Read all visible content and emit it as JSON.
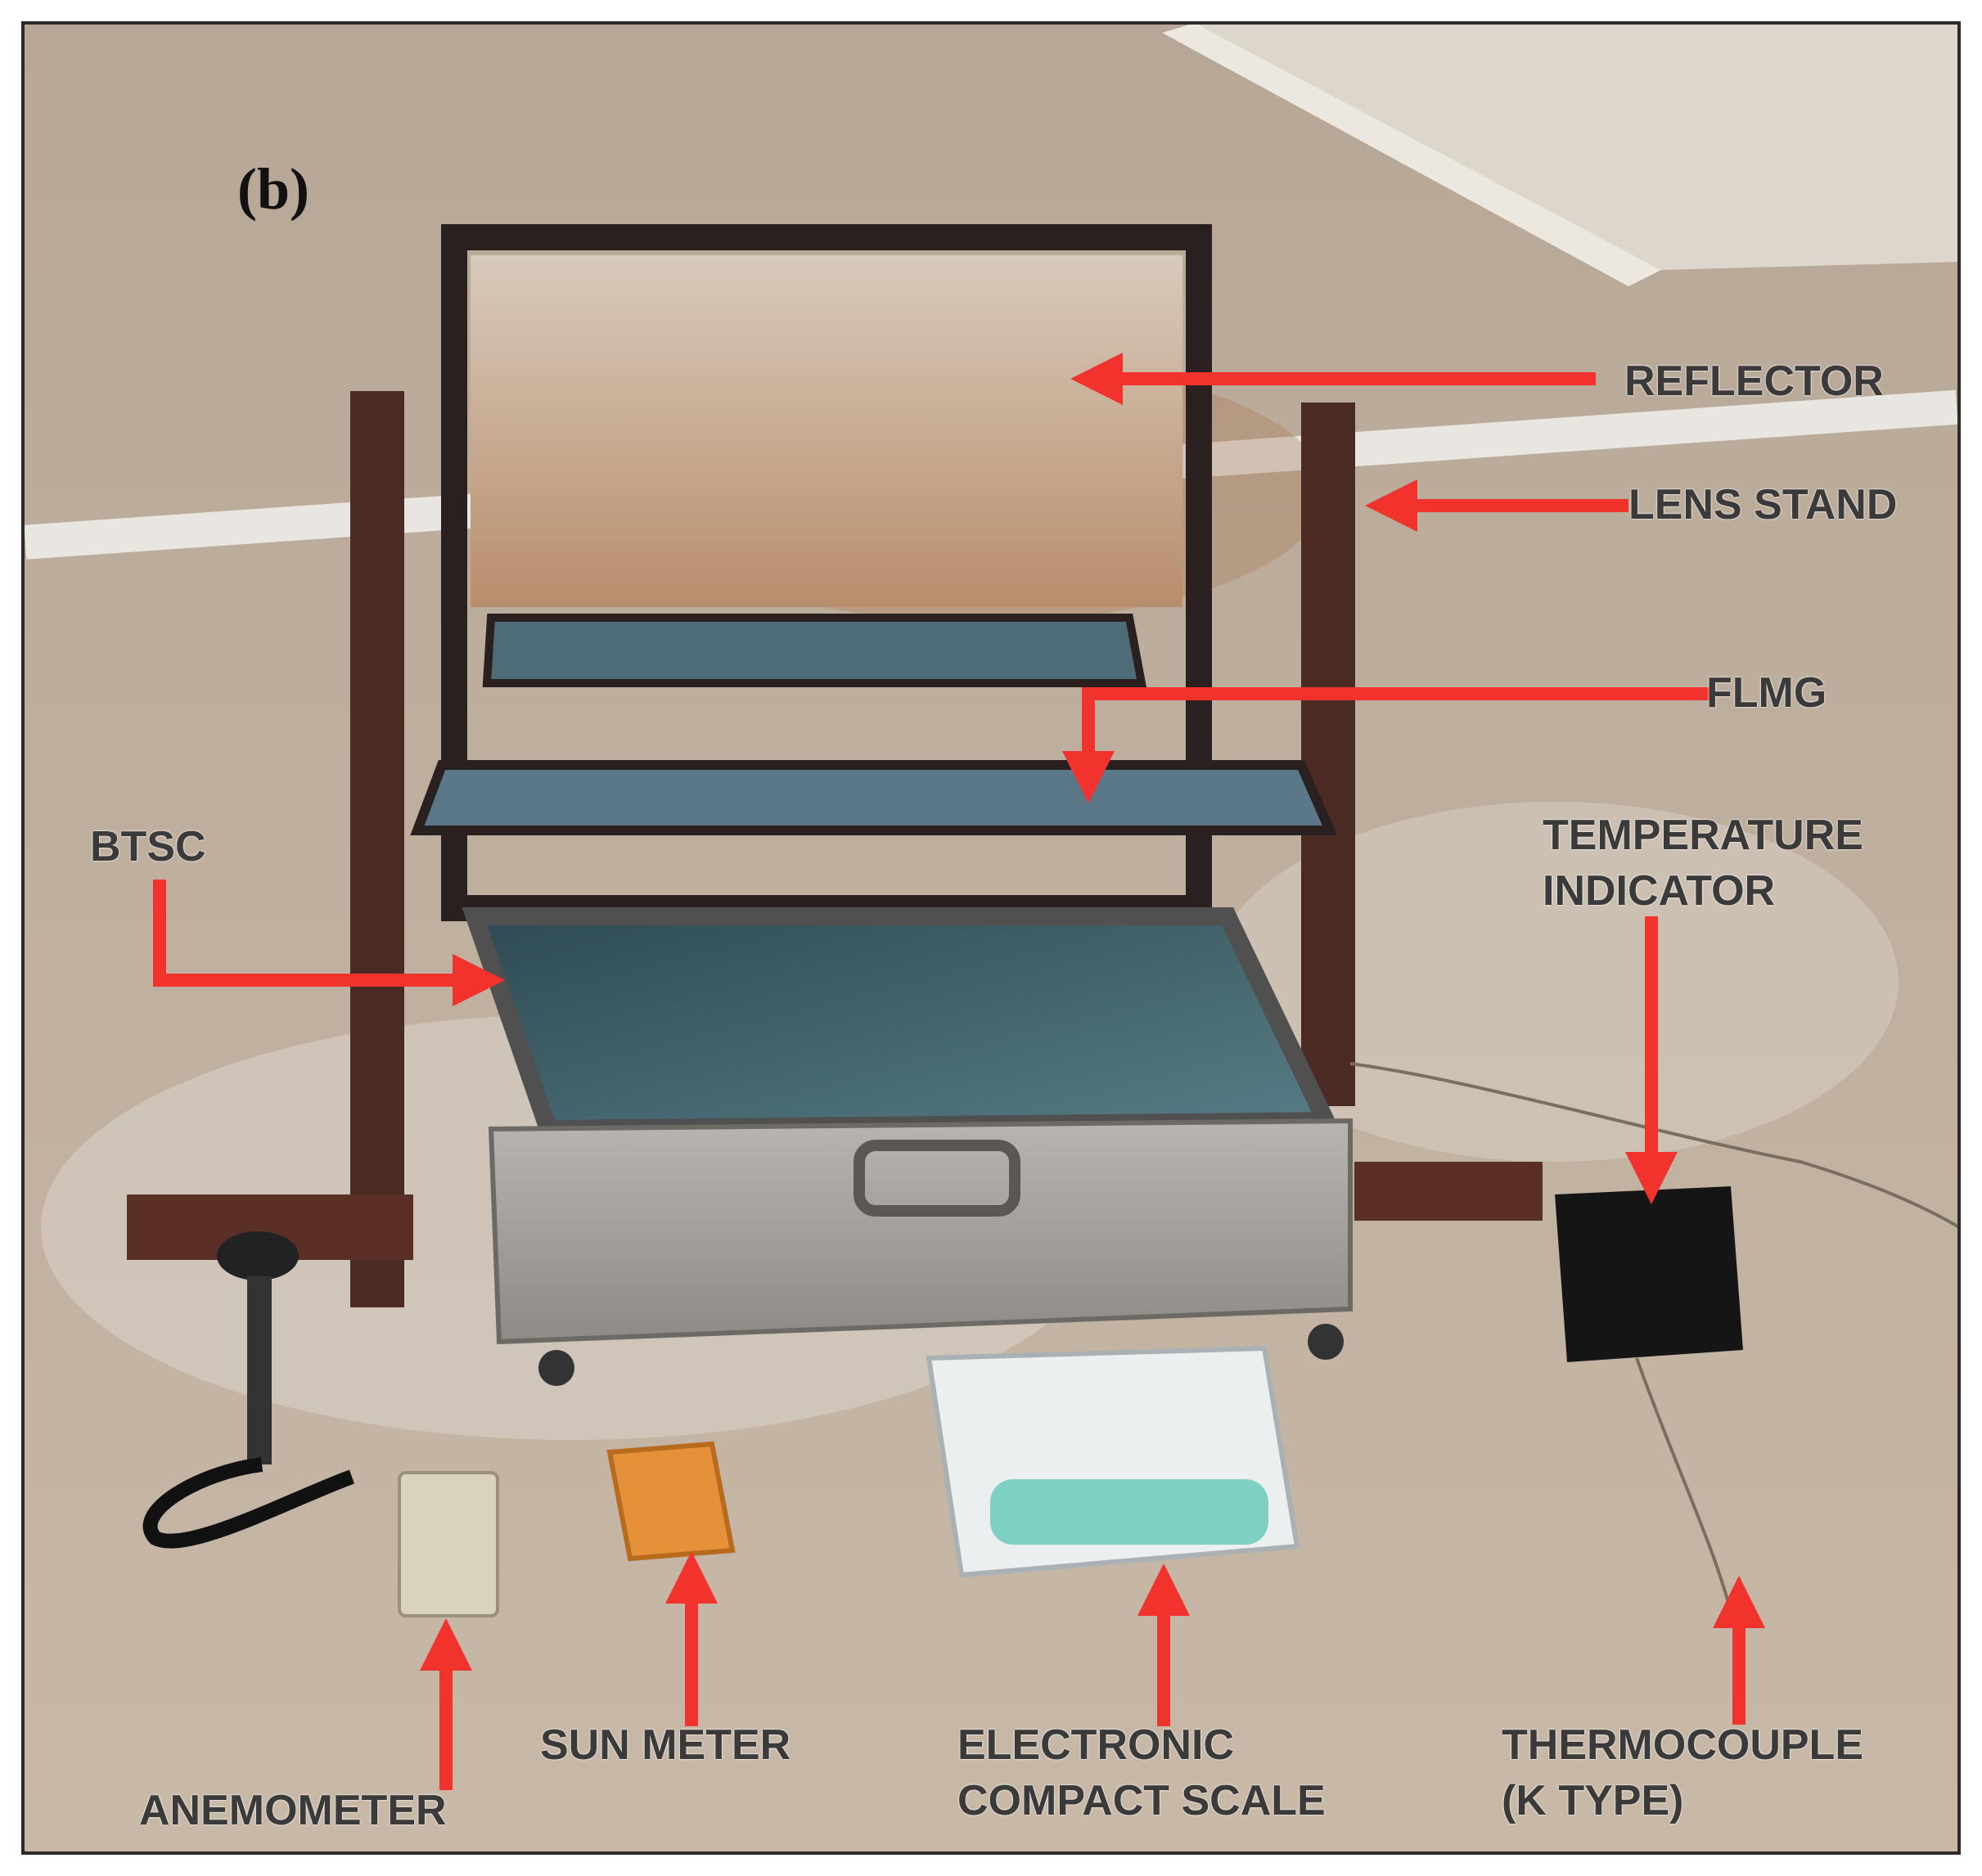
{
  "panel_label": "(b)",
  "labels": {
    "reflector": "REFLECTOR",
    "lens_stand": "LENS STAND",
    "flmg": "FLMG",
    "btsc": "BTSC",
    "temperature_indicator": [
      "TEMPERATURE",
      "INDICATOR"
    ],
    "anemometer": "ANEMOMETER",
    "sun_meter": "SUN METER",
    "electronic_compact_scale": [
      "ELECTRONIC",
      "COMPACT SCALE"
    ],
    "thermocouple": [
      "THERMOCOUPLE",
      "(K TYPE)"
    ]
  },
  "colors": {
    "arrow": "#f2322d",
    "ground": "#c9b7a4",
    "stand": "#4a2a22",
    "box": "#a9a6a2",
    "glass": "#3d5a63"
  }
}
